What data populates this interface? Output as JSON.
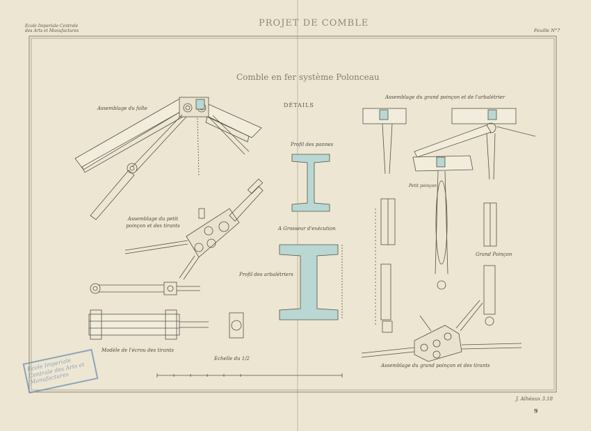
{
  "header": {
    "school": "Ecole Imperiale Centrale des Arts et Manufactures",
    "project": "PROJET DE COMBLE",
    "sheet": "Feuille N°7"
  },
  "title": "Comble en fer système Polonceau",
  "subtitle": "DÉTAILS",
  "labels": {
    "faite": "Assemblage du faîte",
    "petit_poincon": "Assemblage du petit poinçon et des tirants",
    "modele_tirants": "Modèle de l'écrou des tirants",
    "echelle": "Echelle du 1/2",
    "profil_pannes": "Profil des pannes",
    "grosseur": "A Grosseur d'exécution",
    "profil_arbaletriers": "Profil des arbalétriers",
    "grand_poincon_arbaletrier": "Assemblage du grand poinçon et de l'arbalétrier",
    "petit_poincon_short": "Petit poinçon",
    "grand_poincon": "Grand Poinçon",
    "grand_poincon_tirants": "Assemblage du grand poinçon et des tirants"
  },
  "signature": "J. Alhéaux 3.18",
  "stamp_text": "Ecole Imperiale Centrale des Arts et Manufactures",
  "page_number": "9",
  "colors": {
    "paper": "#ede6d3",
    "ink": "#5b5547",
    "section_fill": "#b9d7d3",
    "stamp": "#6b8fb0"
  }
}
